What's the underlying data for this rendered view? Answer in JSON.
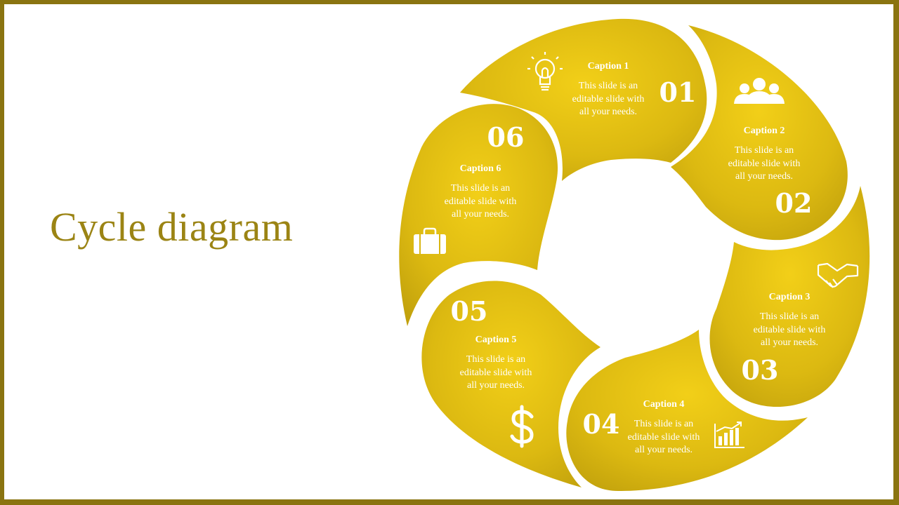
{
  "title": "Cycle diagram",
  "colors": {
    "frame": "#8a7410",
    "title": "#9b8414",
    "segment_light": "#f0cb16",
    "segment_dark": "#c3a10d"
  },
  "steps": [
    {
      "number": "01",
      "caption": "Caption 1",
      "lines": [
        "This slide is an",
        "editable slide with",
        "all your needs."
      ],
      "icon": "lightbulb-icon"
    },
    {
      "number": "02",
      "caption": "Caption 2",
      "lines": [
        "This slide is an",
        "editable slide with",
        "all your needs."
      ],
      "icon": "people-group-icon"
    },
    {
      "number": "03",
      "caption": "Caption 3",
      "lines": [
        "This slide is an",
        "editable slide with",
        "all your needs."
      ],
      "icon": "handshake-icon"
    },
    {
      "number": "04",
      "caption": "Caption 4",
      "lines": [
        "This slide is an",
        "editable slide with",
        "all your needs."
      ],
      "icon": "bar-chart-icon"
    },
    {
      "number": "05",
      "caption": "Caption 5",
      "lines": [
        "This slide is an",
        "editable slide with",
        "all your needs."
      ],
      "icon": "dollar-icon"
    },
    {
      "number": "06",
      "caption": "Caption 6",
      "lines": [
        "This slide is an",
        "editable slide with",
        "all your needs."
      ],
      "icon": "briefcase-icon"
    }
  ]
}
